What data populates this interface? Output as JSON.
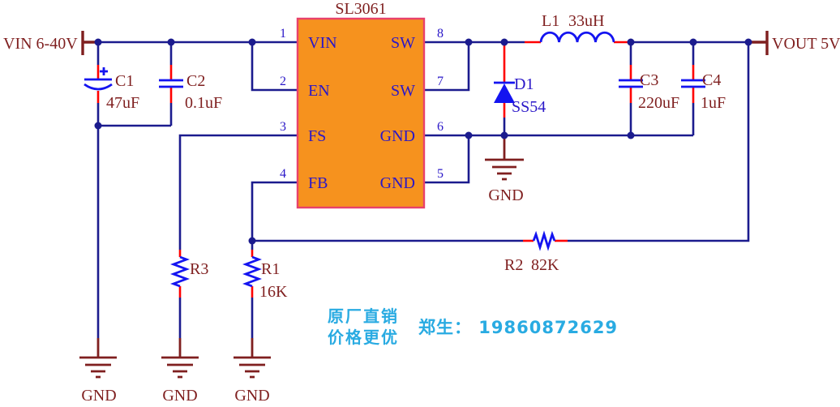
{
  "colors": {
    "bg": "#ffffff",
    "wire": "#1b1b8e",
    "comp": "#1414f0",
    "lead": "#ff0000",
    "label": "#7f1f1f",
    "pin": "#2a17c8",
    "icfill": "#f6921e",
    "icborder": "#e8416b",
    "wm": "#29abe2"
  },
  "terminals": {
    "input": "VIN 6-40V",
    "output": "VOUT 5V"
  },
  "ic": {
    "name": "SL3061",
    "left_pins": [
      {
        "num": "1",
        "label": "VIN"
      },
      {
        "num": "2",
        "label": "EN"
      },
      {
        "num": "3",
        "label": "FS"
      },
      {
        "num": "4",
        "label": "FB"
      }
    ],
    "right_pins": [
      {
        "num": "8",
        "label": "SW"
      },
      {
        "num": "7",
        "label": "SW"
      },
      {
        "num": "6",
        "label": "GND"
      },
      {
        "num": "5",
        "label": "GND"
      }
    ]
  },
  "components": {
    "c1": {
      "ref": "C1",
      "value": "47uF"
    },
    "c2": {
      "ref": "C2",
      "value": "0.1uF"
    },
    "c3": {
      "ref": "C3",
      "value": "220uF"
    },
    "c4": {
      "ref": "C4",
      "value": "1uF"
    },
    "l1": {
      "ref": "L1",
      "value": "33uH"
    },
    "d1": {
      "ref": "D1",
      "value": "SS54"
    },
    "r1": {
      "ref": "R1",
      "value": "16K"
    },
    "r2": {
      "ref": "R2",
      "value": "82K"
    },
    "r3": {
      "ref": "R3"
    }
  },
  "grounds": [
    "GND",
    "GND",
    "GND",
    "GND"
  ],
  "watermark": {
    "line1": "原厂直销",
    "line2": "价格更优",
    "contact": "郑生： 19860872629"
  }
}
